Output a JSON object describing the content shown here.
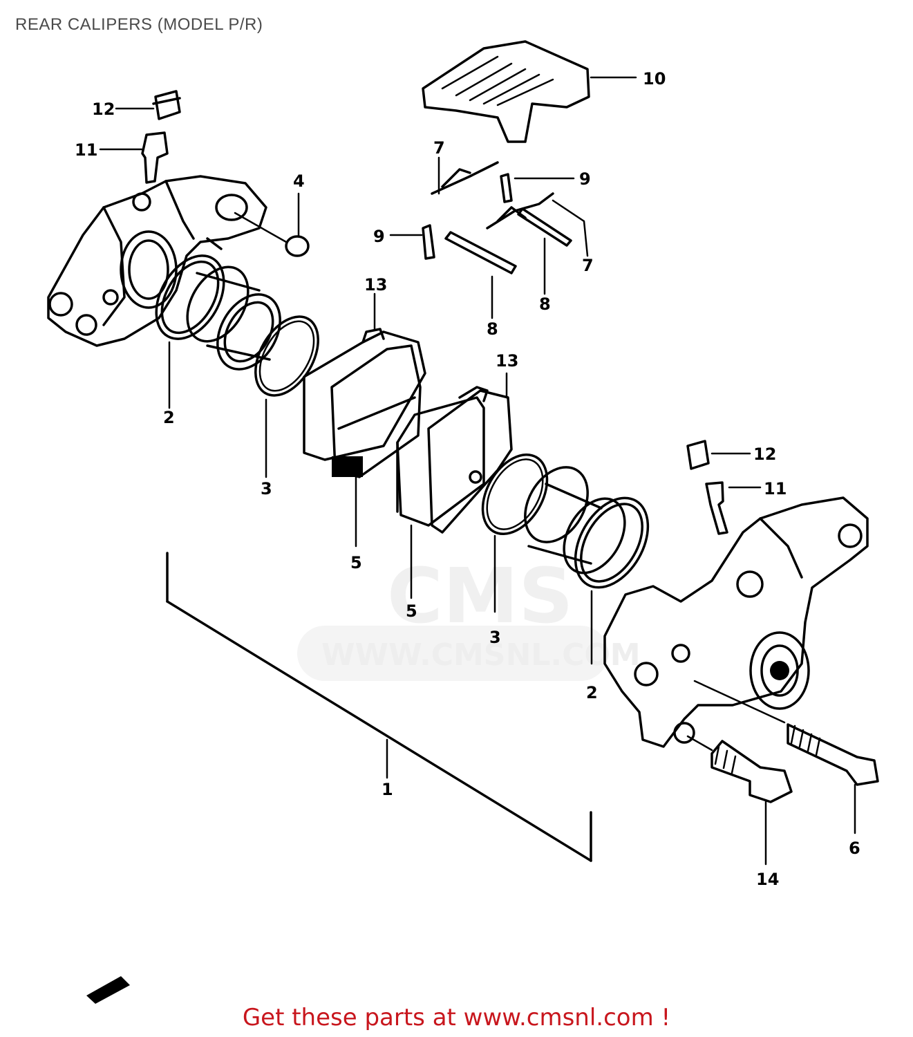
{
  "title": "REAR CALIPERS (MODEL P/R)",
  "footer": "Get these parts at www.cmsnl.com !",
  "watermark": {
    "brand": "CMS",
    "url": "WWW.CMSNL.COM",
    "color": "#eeeeee"
  },
  "colors": {
    "ink": "#000000",
    "footer_text": "#c8161d",
    "title_text": "#4a4a4a"
  },
  "callouts": [
    {
      "id": "c12a",
      "text": "12"
    },
    {
      "id": "c11a",
      "text": "11"
    },
    {
      "id": "c4",
      "text": "4"
    },
    {
      "id": "c10",
      "text": "10"
    },
    {
      "id": "c7a",
      "text": "7"
    },
    {
      "id": "c9a",
      "text": "9"
    },
    {
      "id": "c9b",
      "text": "9"
    },
    {
      "id": "c7b",
      "text": "7"
    },
    {
      "id": "c8a",
      "text": "8"
    },
    {
      "id": "c8b",
      "text": "8"
    },
    {
      "id": "c13a",
      "text": "13"
    },
    {
      "id": "c13b",
      "text": "13"
    },
    {
      "id": "c2a",
      "text": "2"
    },
    {
      "id": "c3a",
      "text": "3"
    },
    {
      "id": "c5a",
      "text": "5"
    },
    {
      "id": "c5b",
      "text": "5"
    },
    {
      "id": "c3b",
      "text": "3"
    },
    {
      "id": "c2b",
      "text": "2"
    },
    {
      "id": "c12b",
      "text": "12"
    },
    {
      "id": "c11b",
      "text": "11"
    },
    {
      "id": "c1",
      "text": "1"
    },
    {
      "id": "c6",
      "text": "6"
    },
    {
      "id": "c14",
      "text": "14"
    }
  ]
}
